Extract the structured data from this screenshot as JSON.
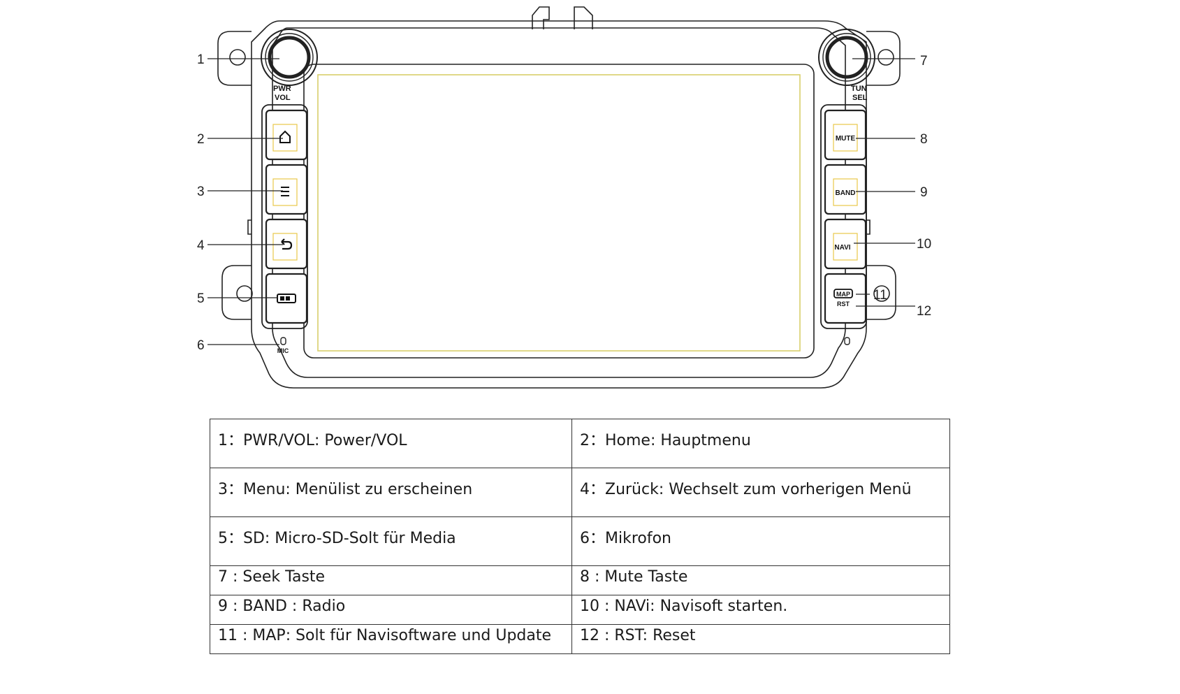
{
  "device": {
    "knob_labels": {
      "left_top": "PWR",
      "left_bottom": "VOL",
      "right_top": "TUN",
      "right_bottom": "SEL"
    },
    "button_labels": {
      "mute": "MUTE",
      "band": "BAND",
      "navi": "NAVI",
      "map": "MAP",
      "rst": "RST",
      "mic": "MIC"
    },
    "callouts": [
      "1",
      "2",
      "3",
      "4",
      "5",
      "6",
      "7",
      "8",
      "9",
      "10",
      "11",
      "12"
    ]
  },
  "legend": {
    "rows": [
      [
        "1：PWR/VOL: Power/VOL",
        "2：Home: Hauptmenu"
      ],
      [
        "3：Menu: Menülist zu erscheinen",
        "4：Zurück: Wechselt zum vorherigen Menü"
      ],
      [
        "5：SD: Micro-SD-Solt für Media",
        "6：Mikrofon"
      ],
      [
        "7 : Seek Taste",
        "8 : Mute Taste"
      ],
      [
        "9 : BAND : Radio",
        "10 : NAVi: Navisoft starten."
      ],
      [
        "11 : MAP: Solt für Navisoftware und Update",
        "12 : RST: Reset"
      ]
    ]
  },
  "colors": {
    "line": "#222222",
    "screen_border": "#d9cf6a",
    "button_outline": "#e8c84a"
  }
}
